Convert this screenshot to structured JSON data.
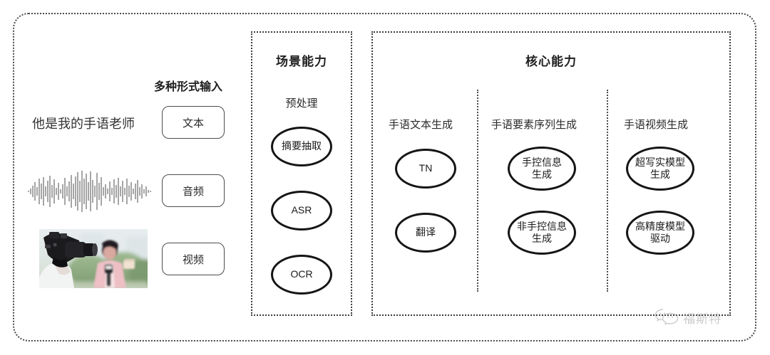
{
  "diagram": {
    "input_section": {
      "heading": "多种形式输入",
      "sample_text": "他是我的手语老师",
      "waveform_icon": "audio-waveform-icon",
      "photo_icon": "video-thumbnail-photo",
      "modalities": [
        {
          "label": "文本"
        },
        {
          "label": "音频"
        },
        {
          "label": "视频"
        }
      ]
    },
    "scene_panel": {
      "title": "场景能力",
      "group_label": "预处理",
      "nodes": [
        {
          "label": "摘要抽取"
        },
        {
          "label": "ASR"
        },
        {
          "label": "OCR"
        }
      ]
    },
    "core_panel": {
      "title": "核心能力",
      "columns": [
        {
          "label": "手语文本生成",
          "nodes": [
            {
              "line1": "TN",
              "line2": ""
            },
            {
              "line1": "翻译",
              "line2": ""
            }
          ]
        },
        {
          "label": "手语要素序列生成",
          "nodes": [
            {
              "line1": "手控信息",
              "line2": "生成"
            },
            {
              "line1": "非手控信息",
              "line2": "生成"
            }
          ]
        },
        {
          "label": "手语视频生成",
          "nodes": [
            {
              "line1": "超写实模型",
              "line2": "生成"
            },
            {
              "line1": "高精度模型",
              "line2": "驱动"
            }
          ]
        }
      ]
    },
    "watermark": {
      "icon": "wechat-logo-icon",
      "text": "福斯特"
    },
    "colors": {
      "frame": "#4a4a4a",
      "node_outline": "#151515",
      "text": "#2b2b2b",
      "watermark": "#8d8d8d"
    }
  }
}
